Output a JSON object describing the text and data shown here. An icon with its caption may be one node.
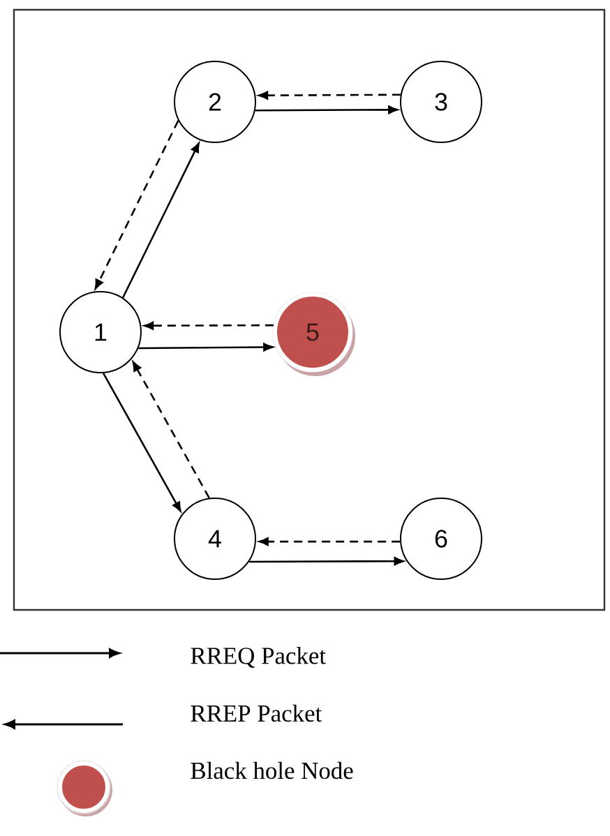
{
  "diagram": {
    "nodes": [
      {
        "text": [
          "2"
        ]
      },
      {
        "text": [
          "3"
        ]
      },
      {
        "text": [
          "1"
        ]
      },
      {
        "text": [
          "5"
        ]
      },
      {
        "text": [
          "4"
        ]
      },
      {
        "text": [
          "6"
        ]
      }
    ],
    "edges": [
      {
        "from": 2,
        "to": 0,
        "arrow": "to"
      },
      {
        "from": 0,
        "to": 2,
        "arrow": "to",
        "style": "dashed"
      },
      {
        "from": 0,
        "to": 1,
        "arrow": "to"
      },
      {
        "from": 1,
        "to": 0,
        "arrow": "to",
        "style": "dashed"
      },
      {
        "from": 2,
        "to": 3,
        "arrow": "to"
      },
      {
        "from": 3,
        "to": 2,
        "arrow": "to",
        "style": "dashed"
      },
      {
        "from": 2,
        "to": 4,
        "arrow": "to"
      },
      {
        "from": 4,
        "to": 2,
        "arrow": "to",
        "style": "dashed"
      },
      {
        "from": 4,
        "to": 5,
        "arrow": "to"
      },
      {
        "from": 5,
        "to": 4,
        "arrow": "to",
        "style": "dashed"
      }
    ],
    "legend": [
      {
        "text": "RREQ Packet"
      },
      {
        "text": "RREP Packet"
      },
      {
        "text": "Black hole Node",
        "color": "#c0504d"
      }
    ]
  }
}
